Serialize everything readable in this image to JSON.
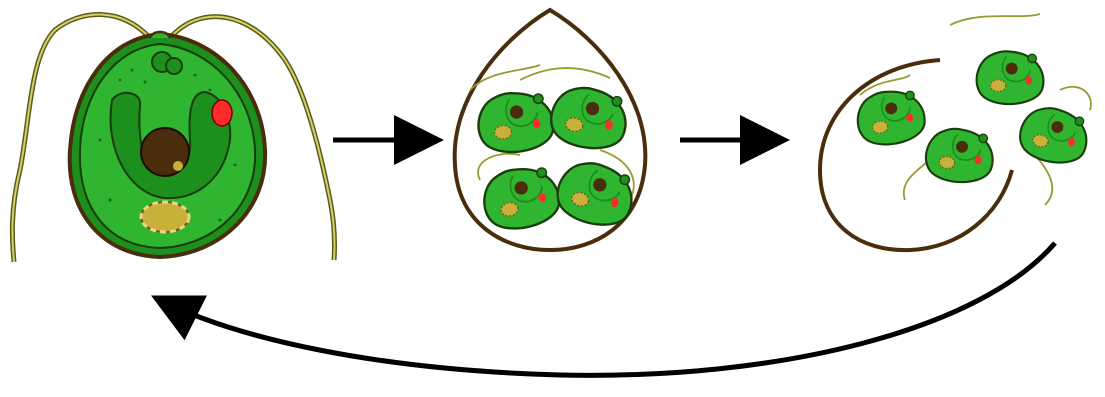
{
  "colors": {
    "cell_green": "#2fb52f",
    "cell_dark_green": "#1c8f1c",
    "wall_brown": "#5b3a12",
    "nucleus": "#4a2d0c",
    "eyespot": "#ff2a2a",
    "pyrenoid": "#c8b13a",
    "flagellum": "#9a9a32",
    "arrow": "#000000"
  },
  "stages": [
    {
      "name": "mature-vegetative-cell"
    },
    {
      "name": "zoosporangium-with-four-daughter-cells"
    },
    {
      "name": "released-zoospores"
    }
  ],
  "arrows": [
    {
      "from": "mature-vegetative-cell",
      "to": "zoosporangium-with-four-daughter-cells"
    },
    {
      "from": "zoosporangium-with-four-daughter-cells",
      "to": "released-zoospores"
    },
    {
      "from": "released-zoospores",
      "to": "mature-vegetative-cell"
    }
  ]
}
